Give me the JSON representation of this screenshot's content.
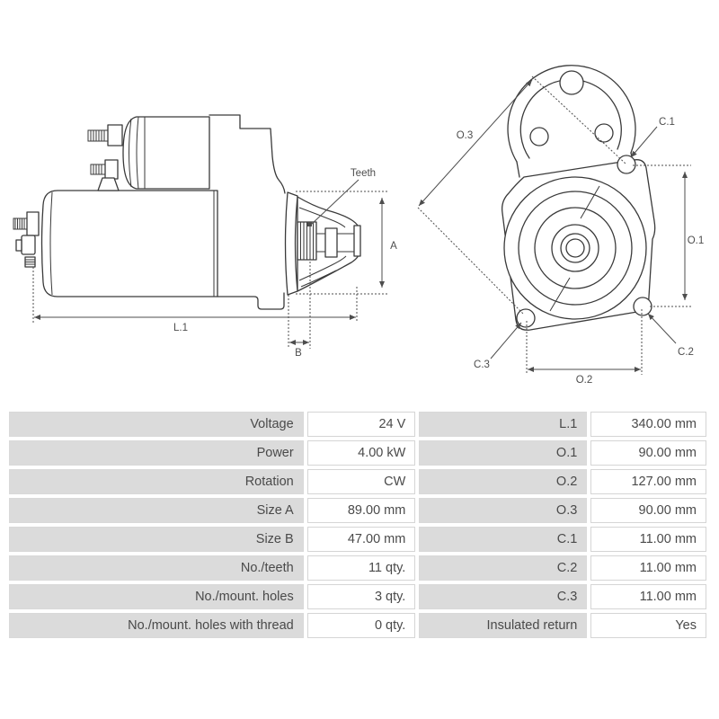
{
  "diagram": {
    "side": {
      "teeth": "Teeth",
      "a": "A",
      "l1": "L.1",
      "b": "B"
    },
    "front": {
      "o3": "O.3",
      "c1": "C.1",
      "o1": "O.1",
      "c2": "C.2",
      "c3": "C.3",
      "o2": "O.2"
    },
    "colors": {
      "outline": "#3a3a3a",
      "dimension": "#4d4d4d"
    }
  },
  "table": {
    "colors": {
      "label_bg": "#dbdbdb",
      "value_bg": "#ffffff",
      "border": "#d5d5d5",
      "text": "#4a4a4a"
    },
    "rows": [
      {
        "label1": "Voltage",
        "value1": "24 V",
        "label2": "L.1",
        "value2": "340.00 mm"
      },
      {
        "label1": "Power",
        "value1": "4.00 kW",
        "label2": "O.1",
        "value2": "90.00 mm"
      },
      {
        "label1": "Rotation",
        "value1": "CW",
        "label2": "O.2",
        "value2": "127.00 mm"
      },
      {
        "label1": "Size A",
        "value1": "89.00 mm",
        "label2": "O.3",
        "value2": "90.00 mm"
      },
      {
        "label1": "Size B",
        "value1": "47.00 mm",
        "label2": "C.1",
        "value2": "11.00 mm"
      },
      {
        "label1": "No./teeth",
        "value1": "11 qty.",
        "label2": "C.2",
        "value2": "11.00 mm"
      },
      {
        "label1": "No./mount. holes",
        "value1": "3 qty.",
        "label2": "C.3",
        "value2": "11.00 mm"
      },
      {
        "label1": "No./mount. holes with thread",
        "value1": "0 qty.",
        "label2": "Insulated return",
        "value2": "Yes"
      }
    ]
  }
}
